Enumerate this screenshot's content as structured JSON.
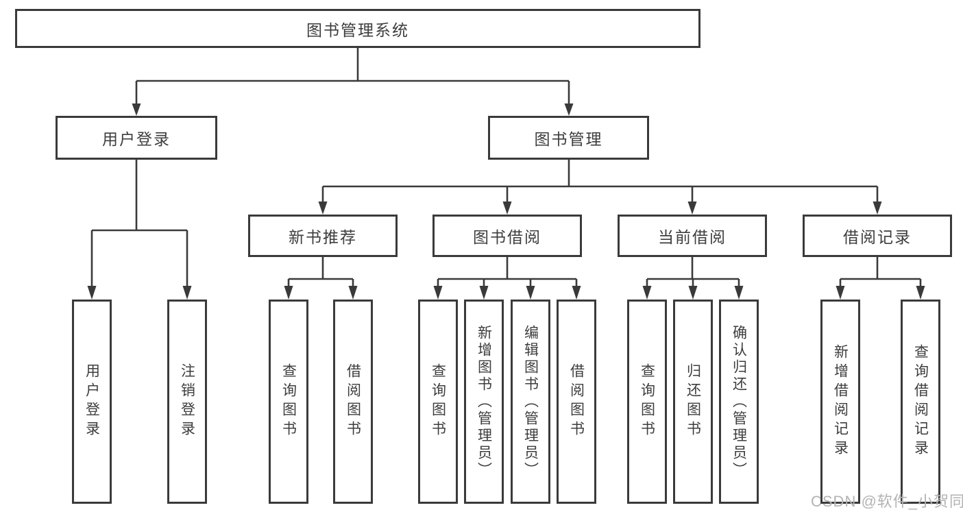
{
  "diagram": {
    "root": "图书管理系统",
    "level2": {
      "left": "用户登录",
      "right": "图书管理"
    },
    "level3": [
      "新书推荐",
      "图书借阅",
      "当前借阅",
      "借阅记录"
    ],
    "leaves": {
      "login": [
        "用户登录",
        "注销登录"
      ],
      "recommend": [
        "查询图书",
        "借阅图书"
      ],
      "borrow": [
        "查询图书",
        "新增图书（管理员）",
        "编辑图书（管理员）",
        "借阅图书"
      ],
      "current": [
        "查询图书",
        "归还图书",
        "确认归还（管理员）"
      ],
      "records": [
        "新增借阅记录",
        "查询借阅记录"
      ]
    }
  },
  "watermark": "CSDN @软件_小贺同学",
  "colors": {
    "line": "#3a3a3a",
    "text": "#3d3d3d",
    "watermark": "#b3b3b3",
    "background": "#ffffff"
  }
}
